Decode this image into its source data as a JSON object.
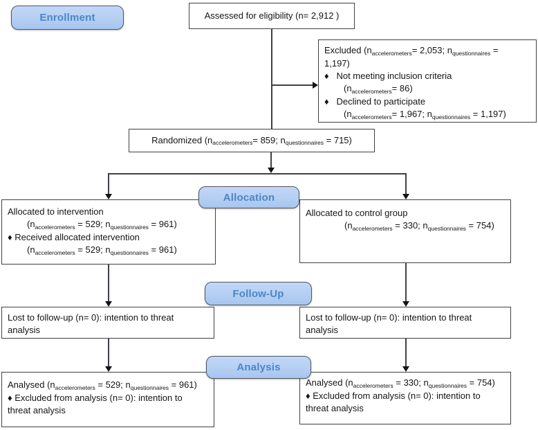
{
  "badges": {
    "enrollment": "Enrollment",
    "allocation": "Allocation",
    "followup": "Follow-Up",
    "analysis": "Analysis"
  },
  "colors": {
    "badge_fill": "#b4cff2",
    "badge_text": "#4c86c8",
    "box_border": "#3d4045",
    "line_color": "#3d4045"
  },
  "boxes": {
    "assessed": {
      "line1": [
        {
          "text": "Assessed for eligibility (n= 2,912 )"
        }
      ]
    },
    "excluded": {
      "title_line1": [
        {
          "text": "Excluded (n"
        },
        {
          "text": "accelerometers",
          "sub": true
        },
        {
          "text": "= 2,053; n"
        },
        {
          "text": "questionnaires",
          "sub": true
        },
        {
          "text": " ="
        }
      ],
      "title_line2": [
        {
          "text": "1,197)"
        }
      ],
      "bullet1": [
        {
          "text": "♦   Not meeting inclusion criteria"
        }
      ],
      "bullet1_detail": [
        {
          "text": "(n"
        },
        {
          "text": "accelerometers",
          "sub": true
        },
        {
          "text": "= 86)"
        }
      ],
      "bullet2": [
        {
          "text": "♦   Declined to participate"
        }
      ],
      "bullet2_detail": [
        {
          "text": "(n"
        },
        {
          "text": "accelerometers",
          "sub": true
        },
        {
          "text": "= 1,967; n"
        },
        {
          "text": "questionnaires",
          "sub": true
        },
        {
          "text": " = 1,197)"
        }
      ]
    },
    "randomized": {
      "line1": [
        {
          "text": "Randomized (n"
        },
        {
          "text": "accelerometers",
          "sub": true
        },
        {
          "text": "= 859; n"
        },
        {
          "text": "questionnaires",
          "sub": true
        },
        {
          "text": " = 715)"
        }
      ]
    },
    "alloc_left": {
      "line1": [
        {
          "text": "Allocated to intervention"
        }
      ],
      "line2": [
        {
          "text": "(n"
        },
        {
          "text": "accelerometers",
          "sub": true
        },
        {
          "text": " = 529; n"
        },
        {
          "text": "questionnaires",
          "sub": true
        },
        {
          "text": " = 961)"
        }
      ],
      "line3": [
        {
          "text": "♦ Received allocated intervention"
        }
      ],
      "line4": [
        {
          "text": "(n"
        },
        {
          "text": "accelerometers",
          "sub": true
        },
        {
          "text": " = 529; n"
        },
        {
          "text": "questionnaires",
          "sub": true
        },
        {
          "text": " = 961)"
        }
      ]
    },
    "alloc_right": {
      "line1": [
        {
          "text": "Allocated to control group"
        }
      ],
      "line2": [
        {
          "text": "(n"
        },
        {
          "text": "accelerometers",
          "sub": true
        },
        {
          "text": " = 330; n"
        },
        {
          "text": "questionnaires",
          "sub": true
        },
        {
          "text": " = 754)"
        }
      ]
    },
    "followup_left": {
      "line1": [
        {
          "text": "Lost to follow-up (n= 0): intention to threat"
        }
      ],
      "line2": [
        {
          "text": "analysis"
        }
      ]
    },
    "followup_right": {
      "line1": [
        {
          "text": "Lost to follow-up (n= 0): intention to threat"
        }
      ],
      "line2": [
        {
          "text": "analysis"
        }
      ]
    },
    "analysis_left": {
      "line1": [
        {
          "text": "Analysed (n"
        },
        {
          "text": "accelerometers",
          "sub": true
        },
        {
          "text": " = 529; n"
        },
        {
          "text": "questionnaires",
          "sub": true
        },
        {
          "text": " = 961)"
        }
      ],
      "line2": [
        {
          "text": "♦ Excluded from analysis (n= 0): intention to"
        }
      ],
      "line3": [
        {
          "text": "threat analysis"
        }
      ]
    },
    "analysis_right": {
      "line1": [
        {
          "text": "Analysed (n"
        },
        {
          "text": "accelerometers",
          "sub": true
        },
        {
          "text": " = 330; n"
        },
        {
          "text": "questionnaires",
          "sub": true
        },
        {
          "text": " = 754)"
        }
      ],
      "line2": [
        {
          "text": "♦ Excluded from analysis (n= 0): intention to"
        }
      ],
      "line3": [
        {
          "text": "threat analysis"
        }
      ]
    }
  }
}
